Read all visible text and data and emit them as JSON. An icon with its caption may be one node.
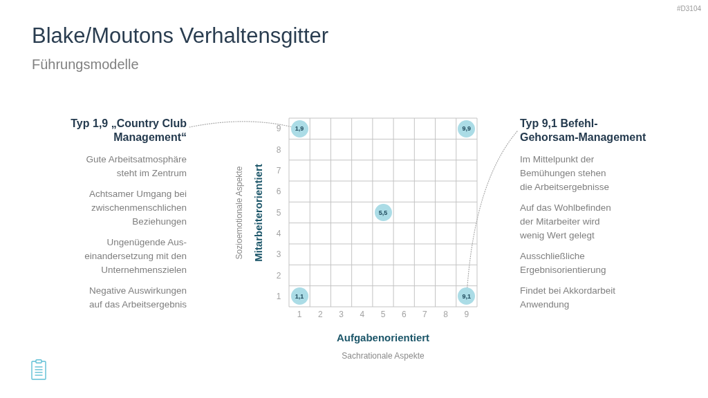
{
  "diagram": {
    "title": "Blake/Moutons Verhaltensgitter",
    "nodes": [
      {
        "text": [
          "Typ 1,9 „Country Club Management“",
          "Gute Arbeitsatmosphäre steht im Zentrum",
          "Achtsamer Umgang bei zwischenmenschlichen Beziehungen",
          "Ungenügende Aus- einandersetzung mit den Unternehmenszielen",
          "Negative Auswirkungen auf das Arbeitsergebnis"
        ]
      },
      {
        "text": [
          "1,9"
        ]
      },
      {
        "text": [
          "9,9"
        ]
      },
      {
        "text": [
          "5,5"
        ]
      },
      {
        "text": [
          "1,1"
        ]
      },
      {
        "text": [
          "9,1"
        ]
      },
      {
        "text": [
          "Typ 9,1 Befehl-Gehorsam-Management",
          "Im Mittelpunkt der Bemühungen stehen die Arbeitsergebnisse",
          "Auf das Wohlbefinden der Mitarbeiter wird wenig Wert gelegt",
          "Ausschließliche Ergebnisorientierung",
          "Findet bei Akkordarbeit Anwendung"
        ]
      }
    ],
    "edges": [
      {
        "from": 0,
        "to": 1,
        "arrow": "none",
        "style": "dashed"
      },
      {
        "from": 6,
        "to": 5,
        "arrow": "none",
        "style": "dashed"
      }
    ],
    "labels": [
      "#D3104",
      "Führungsmodelle",
      "Sozioemotionale Aspekte",
      "Mitarbeiterorientiert",
      "9",
      "8",
      "7",
      "6",
      "5",
      "4",
      "3",
      "2",
      "1",
      "1",
      "2",
      "3",
      "4",
      "5",
      "6",
      "7",
      "8",
      "9",
      "Aufgabenorientiert",
      "Sachrationale Aspekte"
    ]
  }
}
